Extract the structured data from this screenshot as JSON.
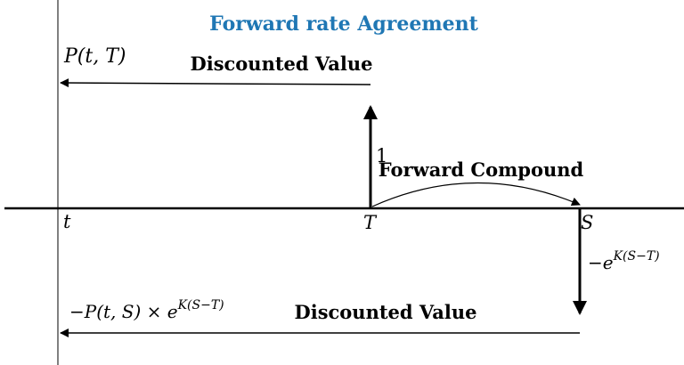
{
  "title": "Forward rate Agreement",
  "colors": {
    "title": "#1f77b4",
    "ink": "#000000"
  },
  "labels": {
    "p_t_T": "P(t, T)",
    "discounted_value_top": "Discounted Value",
    "one": "1",
    "forward_compound": "Forward Compound",
    "axis_t": "t",
    "axis_T": "T",
    "axis_S": "S",
    "neg_exp_base": "−e",
    "neg_exp_sup": "K(S−T)",
    "bottom_formula_main": "−P(t, S) × e",
    "bottom_formula_sup": "K(S−T)",
    "discounted_value_bottom": "Discounted Value"
  }
}
